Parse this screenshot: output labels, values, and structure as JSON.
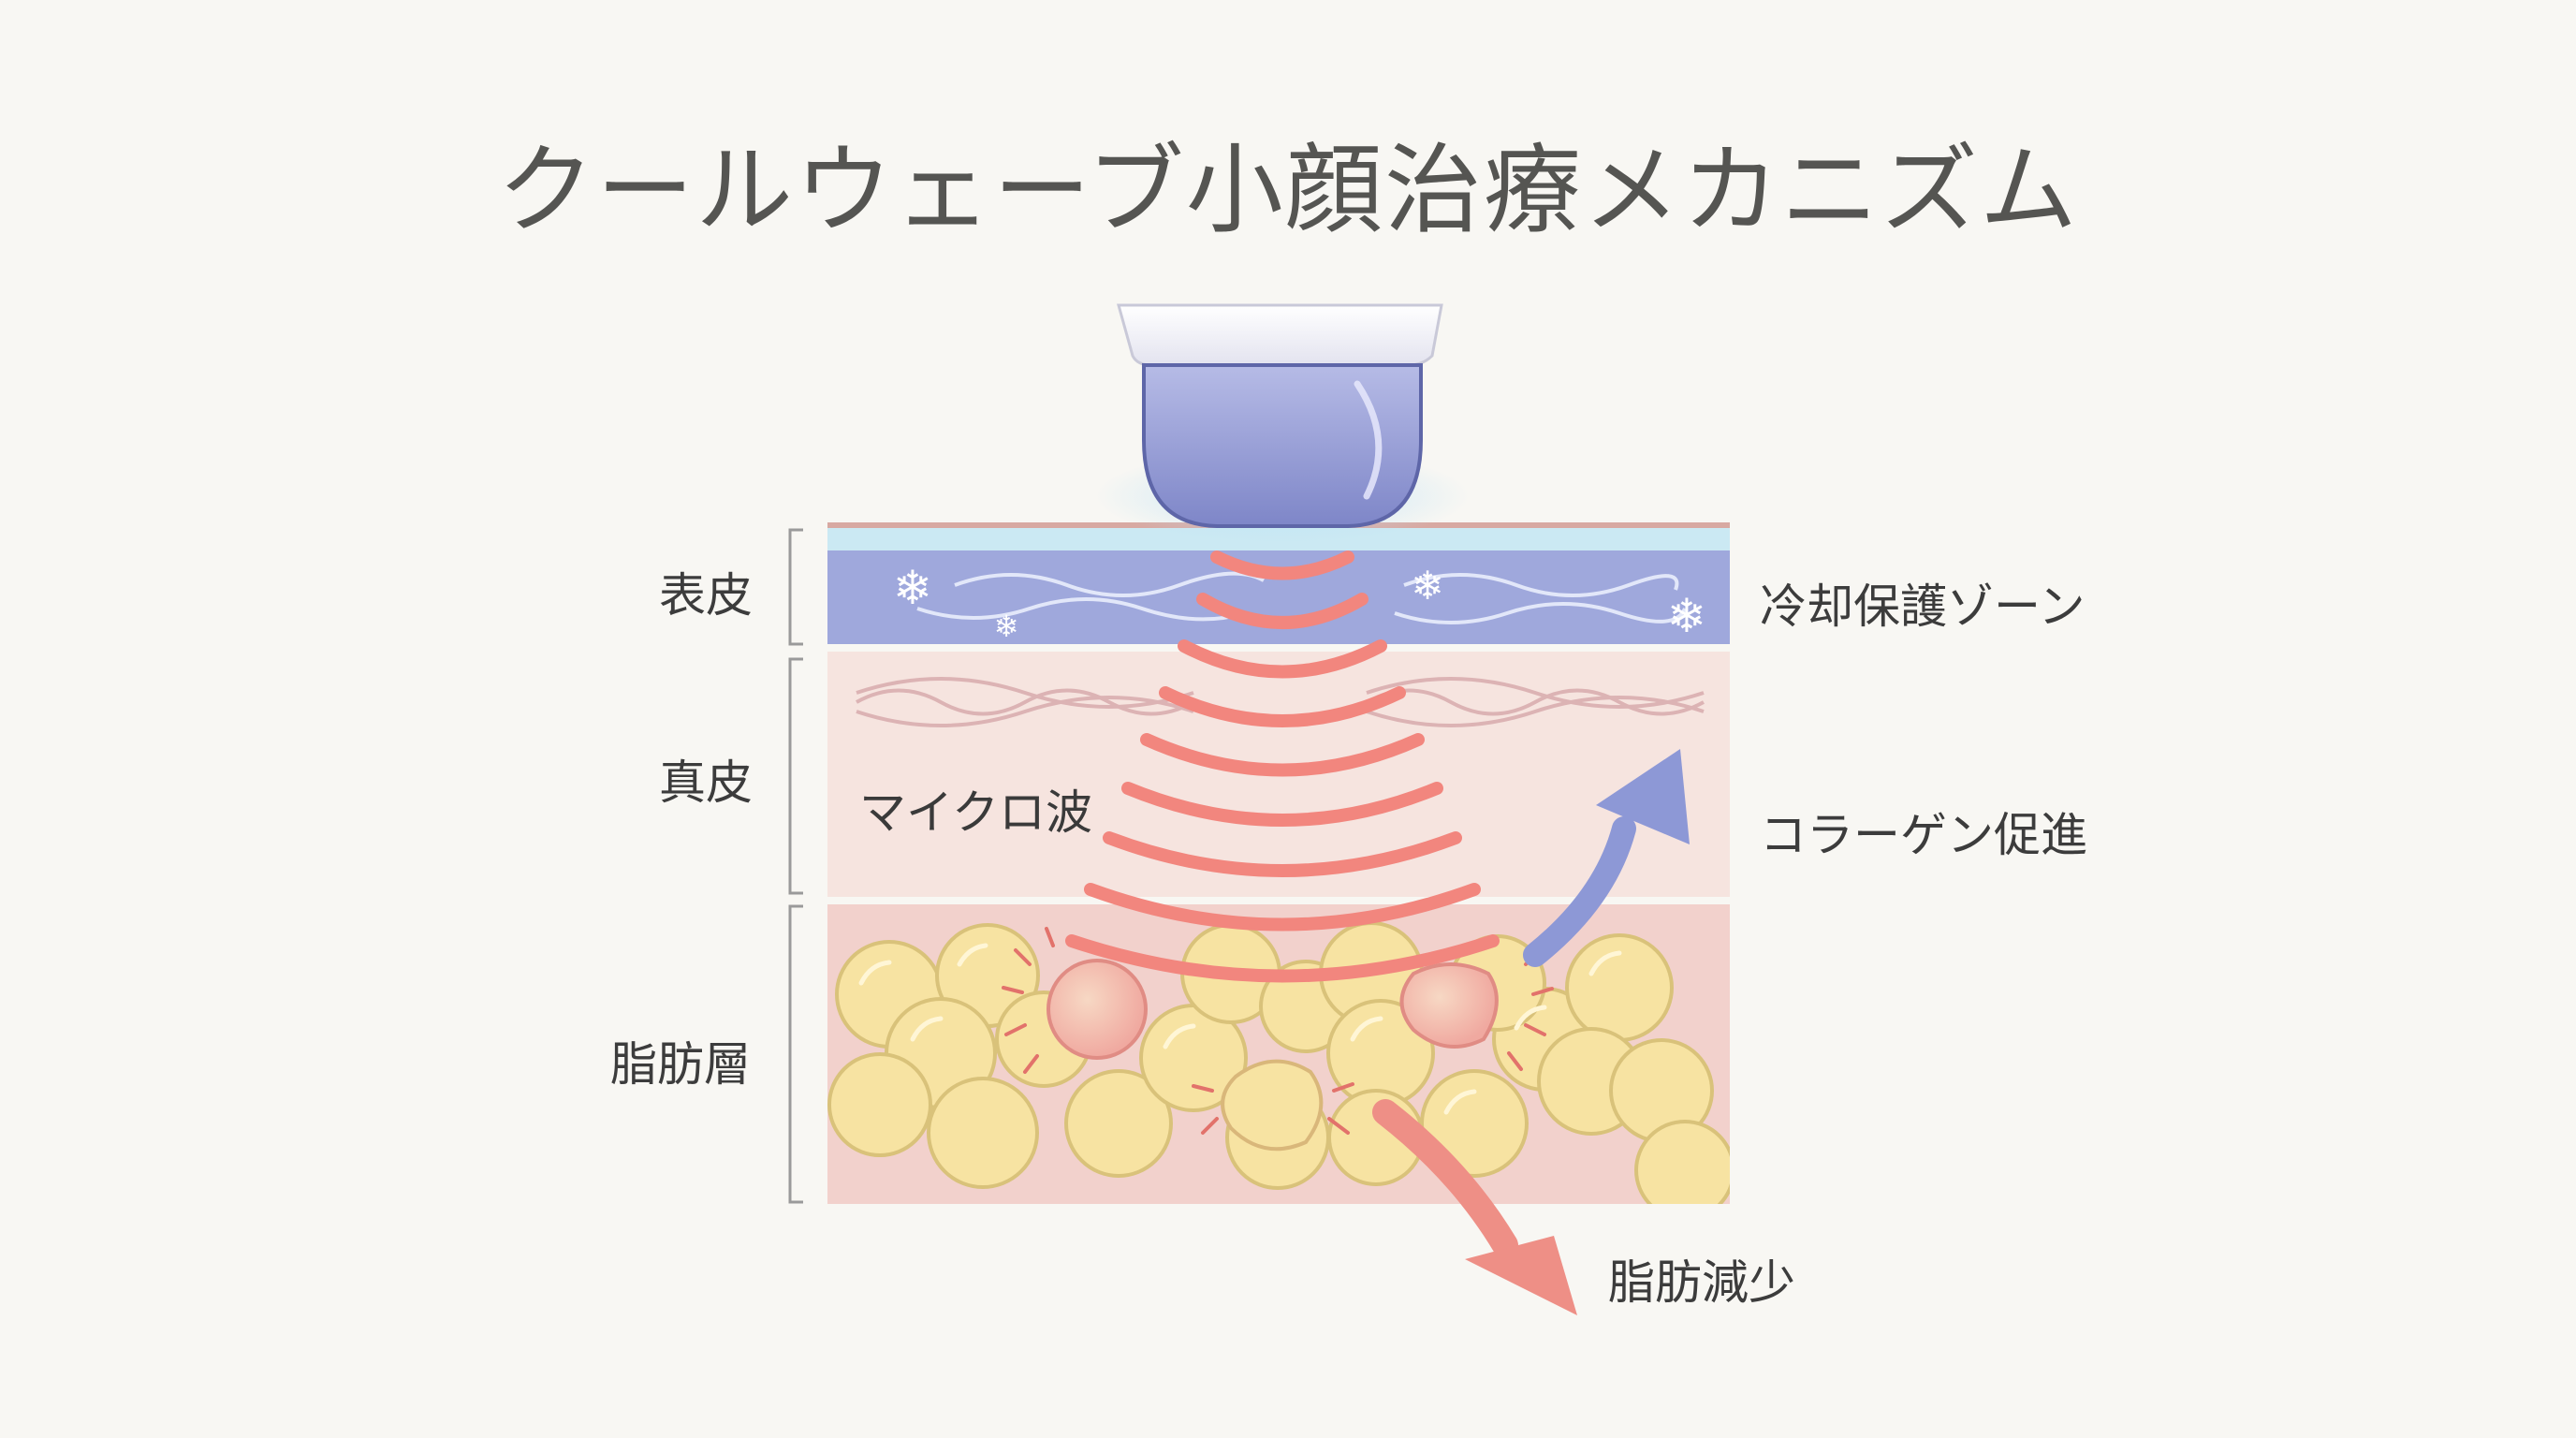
{
  "title": "クールウェーブ小顔治療メカニズム",
  "layers": {
    "epidermis": "表皮",
    "dermis": "真皮",
    "fat": "脂肪層"
  },
  "annotations": {
    "microwave": "マイクロ波",
    "cooling_zone": "冷却保護ゾーン",
    "collagen": "コラーゲン促進",
    "fat_reduction": "脂肪減少"
  },
  "colors": {
    "epidermis": "#9fa8dc",
    "dermis": "#f6e4df",
    "fat": "#f2d1cc",
    "fat_cell": "#f7e3a2",
    "wave": "#f2867e",
    "device": "#8e96d4",
    "collagen_arrow": "#8d98d6",
    "fat_arrow": "#ee8f86"
  },
  "icons": [
    "snowflake-icon",
    "device-probe",
    "microwave-arc",
    "fat-cell"
  ]
}
